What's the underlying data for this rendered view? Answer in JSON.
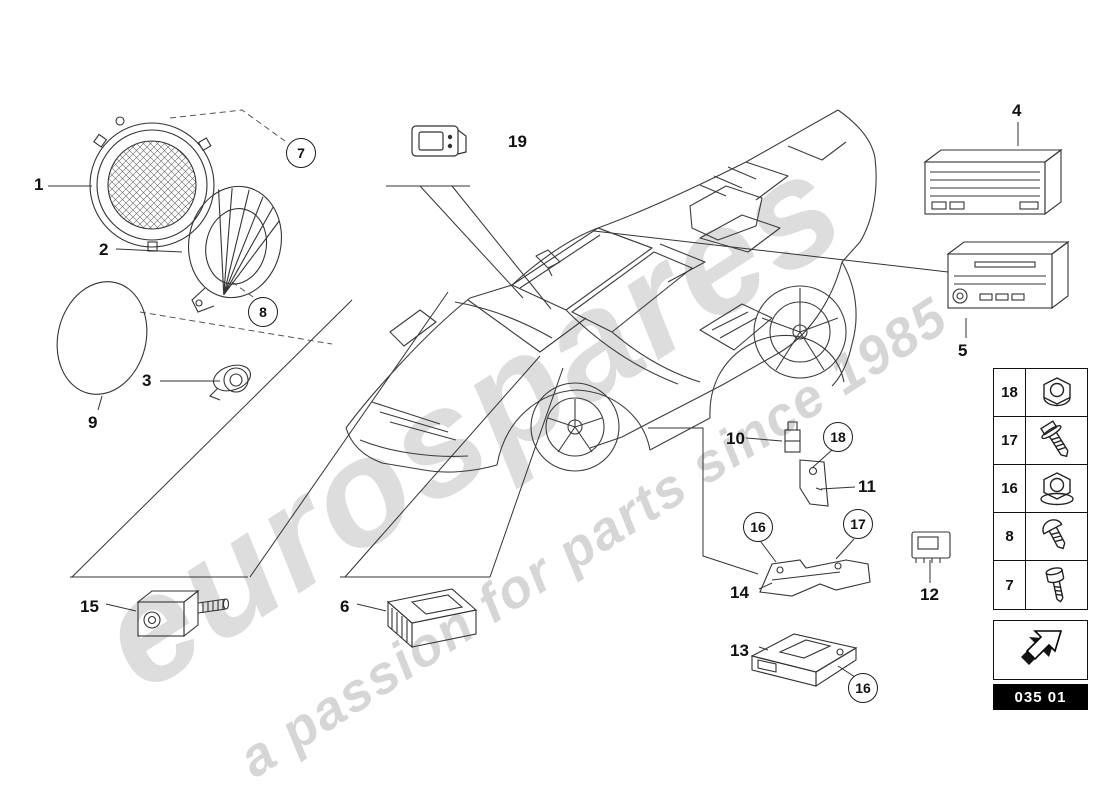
{
  "watermark": {
    "brand": "eurospares",
    "tagline": "a passion for parts since 1985"
  },
  "labels": {
    "n1": "1",
    "n2": "2",
    "n3": "3",
    "n6": "6",
    "n9": "9",
    "n19": "19",
    "n4": "4",
    "n5": "5",
    "n10": "10",
    "n11": "11",
    "n12": "12",
    "n13": "13",
    "n14": "14",
    "n15": "15",
    "c7": "7",
    "c8": "8",
    "c18": "18",
    "c16a": "16",
    "c17": "17",
    "c16b": "16"
  },
  "legend": {
    "rows": [
      {
        "num": "18",
        "icon": "flange-nut"
      },
      {
        "num": "17",
        "icon": "hex-bolt"
      },
      {
        "num": "16",
        "icon": "flange-nut"
      },
      {
        "num": "8",
        "icon": "pan-head-screw"
      },
      {
        "num": "7",
        "icon": "cheese-head-screw"
      }
    ]
  },
  "footer": {
    "code": "035 01"
  },
  "colors": {
    "line": "#3c3c3c",
    "watermark": "#afafaf",
    "code_bg": "#000000"
  }
}
